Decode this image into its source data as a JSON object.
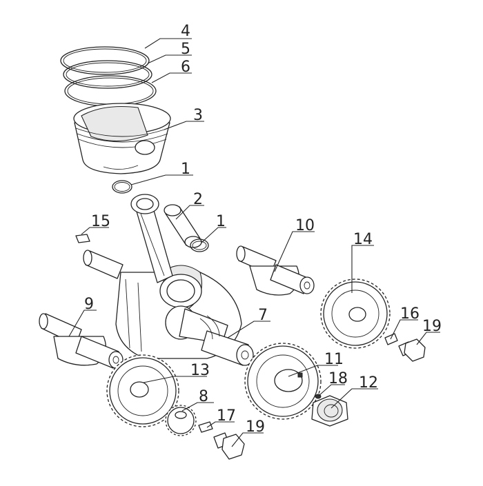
{
  "diagram": {
    "callouts": [
      {
        "id": "4",
        "text": "4"
      },
      {
        "id": "5",
        "text": "5"
      },
      {
        "id": "6",
        "text": "6"
      },
      {
        "id": "3",
        "text": "3"
      },
      {
        "id": "1a",
        "text": "1"
      },
      {
        "id": "2",
        "text": "2"
      },
      {
        "id": "15",
        "text": "15"
      },
      {
        "id": "1b",
        "text": "1"
      },
      {
        "id": "10",
        "text": "10"
      },
      {
        "id": "14",
        "text": "14"
      },
      {
        "id": "9",
        "text": "9"
      },
      {
        "id": "7",
        "text": "7"
      },
      {
        "id": "16",
        "text": "16"
      },
      {
        "id": "19a",
        "text": "19"
      },
      {
        "id": "13",
        "text": "13"
      },
      {
        "id": "11",
        "text": "11"
      },
      {
        "id": "18",
        "text": "18"
      },
      {
        "id": "12",
        "text": "12"
      },
      {
        "id": "8",
        "text": "8"
      },
      {
        "id": "17",
        "text": "17"
      },
      {
        "id": "19b",
        "text": "19"
      }
    ]
  }
}
